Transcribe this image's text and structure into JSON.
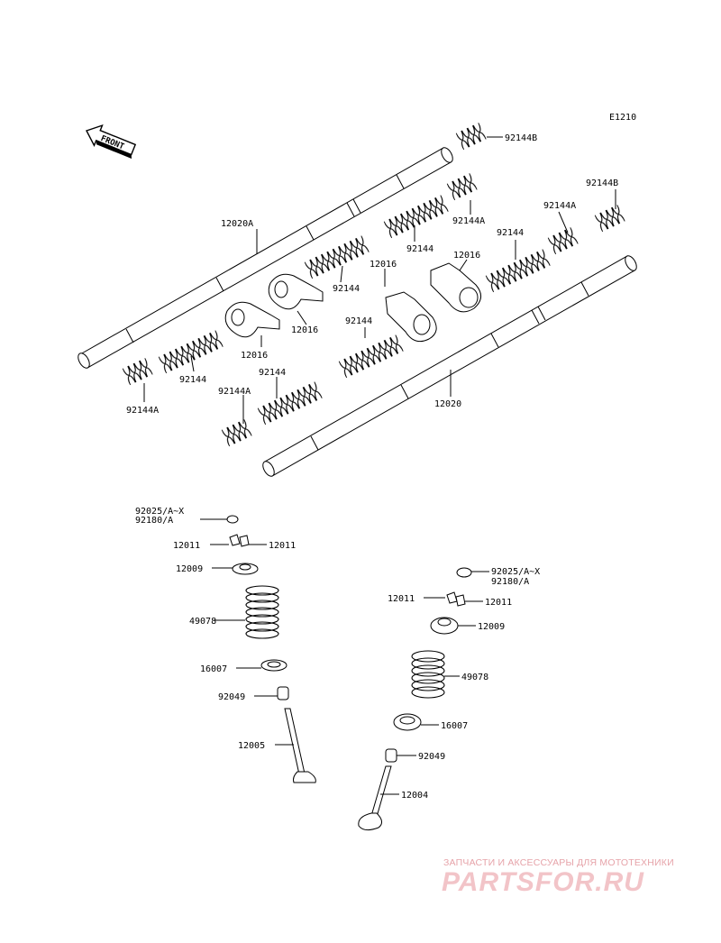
{
  "diagram_code": "E1210",
  "front_label": "FRONT",
  "labels": {
    "p92144B_top": "92144B",
    "p92144B_right": "92144B",
    "p12020A": "12020A",
    "p92144A_1": "92144A",
    "p92144A_2": "92144A",
    "p92144_a": "92144",
    "p92144_b": "92144",
    "p92144_c": "92144",
    "p12016_a": "12016",
    "p12016_b": "12016",
    "p92144_d": "92144",
    "p12016_c": "12016",
    "p12016_d": "12016",
    "p92144_e": "92144",
    "p92144_f": "92144",
    "p92144A_3": "92144A",
    "p92144A_4": "92144A",
    "p12020": "12020",
    "p92025_l": "92025/A~X",
    "p92180_l": "92180/A",
    "p12011_ll": "12011",
    "p12011_lr": "12011",
    "p12009_l": "12009",
    "p49078_l": "49078",
    "p16007_l": "16007",
    "p92049_l": "92049",
    "p12005": "12005",
    "p92025_r": "92025/A~X",
    "p92180_r": "92180/A",
    "p12011_rl": "12011",
    "p12011_rr": "12011",
    "p12009_r": "12009",
    "p49078_r": "49078",
    "p16007_r": "16007",
    "p92049_r": "92049",
    "p12004": "12004"
  },
  "watermark": {
    "tagline": "ЗАПЧАСТИ И АКСЕССУАРЫ ДЛЯ МОТОТЕХНИКИ",
    "brand": "PARTSFOR.RU"
  }
}
